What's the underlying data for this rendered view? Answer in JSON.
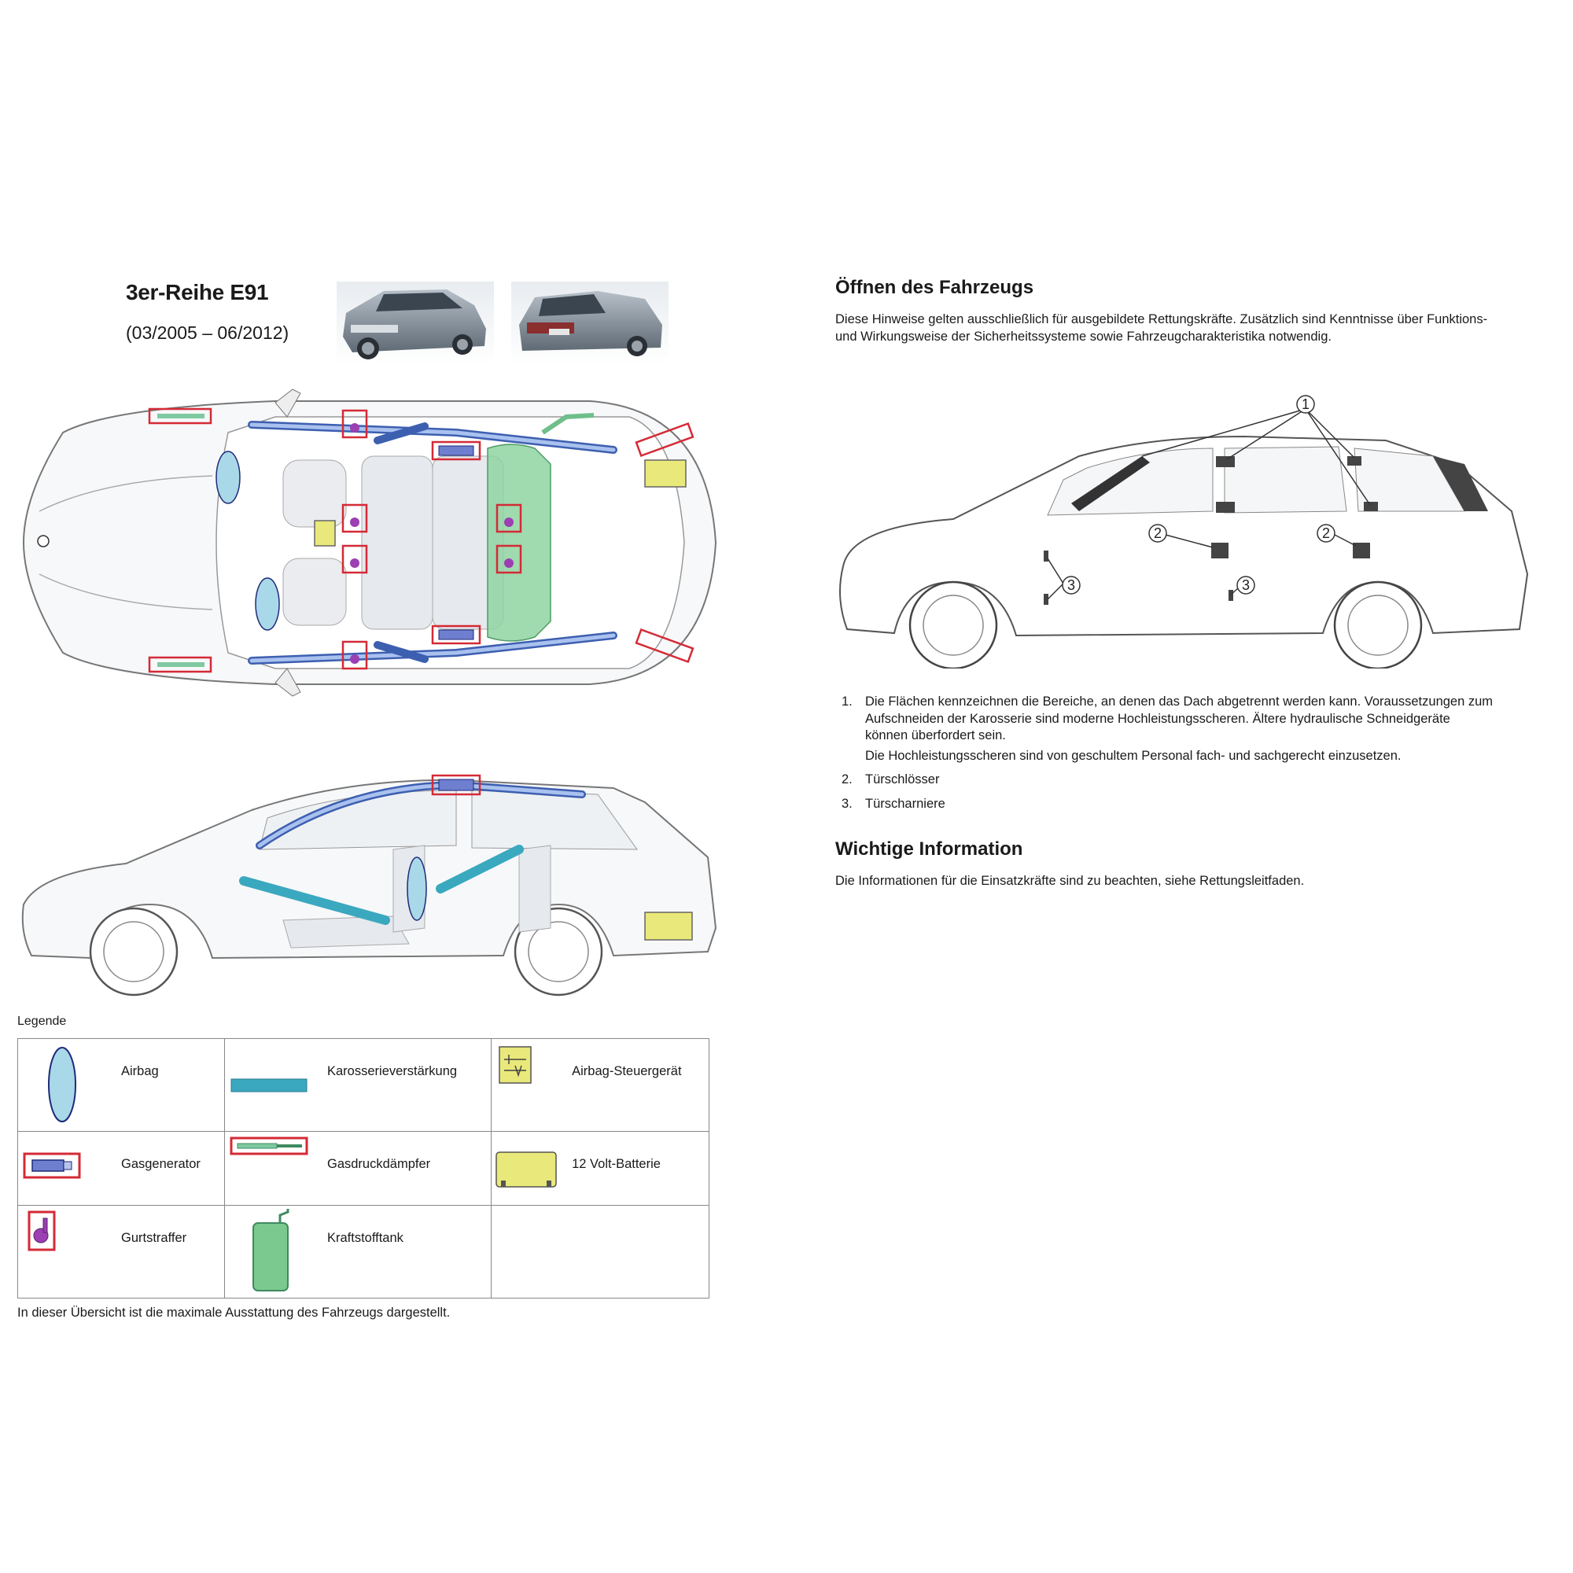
{
  "header": {
    "title": "3er-Reihe E91",
    "period": "(03/2005 – 06/2012)"
  },
  "opening": {
    "title": "Öffnen des Fahrzeugs",
    "intro_line1": "Diese Hinweise gelten ausschließlich für ausgebildete Rettungskräfte. Zusätzlich sind Kenntnisse über Funktions-",
    "intro_line2": "und Wirkungsweise der Sicherheitssysteme sowie Fahrzeugcharakteristika notwendig.",
    "callouts": [
      "1",
      "2",
      "3"
    ],
    "steps": [
      {
        "number": "1.",
        "line1": "Die Flächen kennzeichnen die Bereiche, an denen das Dach abgetrennt werden kann. Voraussetzungen zum",
        "line2": "Aufschneiden der Karosserie sind moderne Hochleistungsscheren. Ältere hydraulische Schneidgeräte",
        "line3": "können überfordert sein.",
        "line4": "Die Hochleistungsscheren sind von geschultem Personal fach- und sachgerecht einzusetzen."
      },
      {
        "number": "2.",
        "line1": "Türschlösser"
      },
      {
        "number": "3.",
        "line1": "Türscharniere"
      }
    ]
  },
  "important": {
    "title": "Wichtige Information",
    "text": "Die Informationen für die Einsatzkräfte sind zu beachten, siehe Rettungsleitfaden."
  },
  "legend": {
    "label": "Legende",
    "items": {
      "airbag": "Airbag",
      "reinforcement": "Karosserieverstärkung",
      "control_unit": "Airbag-Steuergerät",
      "gas_generator": "Gasgenerator",
      "gas_damper": "Gasdruckdämpfer",
      "battery": "12 Volt-Batterie",
      "belt_tensioner": "Gurtstraffer",
      "fuel_tank": "Kraftstofftank"
    },
    "colors": {
      "airbag_fill": "#a9d8e8",
      "airbag_stroke": "#1f2a7a",
      "reinforcement": "#3aa8bf",
      "gas_generator_fill": "#6f7fd0",
      "frame_red": "#d42a36",
      "gas_damper": "#7fc9a0",
      "battery_fill": "#e9e87a",
      "belt_tensioner": "#9b3fb3",
      "fuel_tank": "#7cc98f"
    },
    "footnote": "In dieser Übersicht ist die maximale Ausstattung des Fahrzeugs dargestellt."
  }
}
